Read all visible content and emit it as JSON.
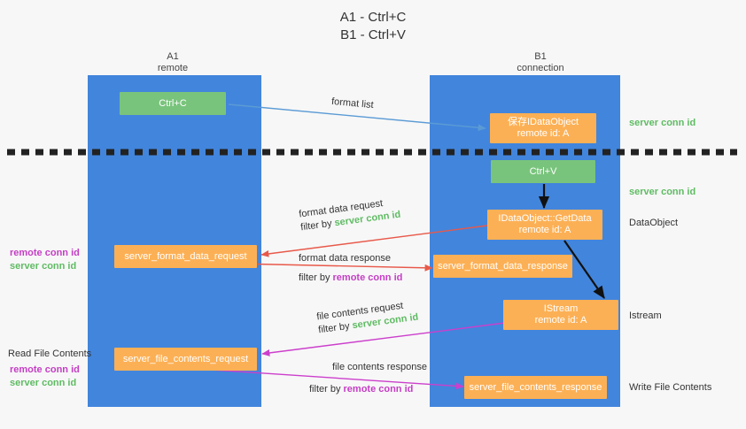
{
  "title": "A1 - Ctrl+C\nB1 - Ctrl+V",
  "colors": {
    "lane": "#4285dc",
    "green_node": "#79c47c",
    "orange_node": "#fcb055",
    "server_conn_id": "#5fbb63",
    "remote_conn_id": "#c43ec4",
    "arrow_blue": "#5b9bd5",
    "arrow_red": "#e8594a",
    "arrow_magenta": "#cc3fcc",
    "arrow_black": "#111111",
    "divider": "#222222",
    "background": "#f7f7f7"
  },
  "columns": [
    {
      "name": "A1",
      "sub": "remote"
    },
    {
      "name": "B1",
      "sub": "connection"
    }
  ],
  "nodes": {
    "ctrl_c": {
      "line1": "Ctrl+C",
      "line2": ""
    },
    "save_idataobject": {
      "line1": "保存IDataObject",
      "line2": "remote id: A"
    },
    "ctrl_v": {
      "line1": "Ctrl+V",
      "line2": ""
    },
    "getdata": {
      "line1": "IDataObject::GetData",
      "line2": "remote id: A"
    },
    "istream": {
      "line1": "IStream",
      "line2": "remote id: A"
    },
    "format_data_request": {
      "line1": "server_format_data_request",
      "line2": ""
    },
    "format_data_response": {
      "line1": "server_format_data_response",
      "line2": ""
    },
    "file_contents_request": {
      "line1": "server_file_contents_request",
      "line2": ""
    },
    "file_contents_response": {
      "line1": "server_file_contents_response",
      "line2": ""
    }
  },
  "edge_labels": {
    "format_list": "format list",
    "format_data_request": "format data request",
    "format_data_request_filter_prefix": "filter by ",
    "format_data_request_filter_key": "server conn id",
    "format_data_response": "format data response",
    "format_data_response_filter_prefix": "filter by ",
    "format_data_response_filter_key": "remote conn id",
    "file_contents_request": "file contents request",
    "file_contents_request_filter_prefix": "filter by ",
    "file_contents_request_filter_key": "server conn id",
    "file_contents_response": "file contents response",
    "file_contents_response_filter_prefix": "filter by ",
    "file_contents_response_filter_key": "remote conn id"
  },
  "right_labels": {
    "server_conn_id_top": "server conn id",
    "server_conn_id_second": "server conn id",
    "dataobject": "DataObject",
    "istream": "Istream",
    "write_file_contents": "Write File Contents"
  },
  "left_labels": {
    "remote_conn_id_upper": "remote conn id",
    "server_conn_id_upper": "server conn id",
    "read_file_contents": "Read File Contents",
    "remote_conn_id_lower": "remote conn id",
    "server_conn_id_lower": "server conn id"
  }
}
